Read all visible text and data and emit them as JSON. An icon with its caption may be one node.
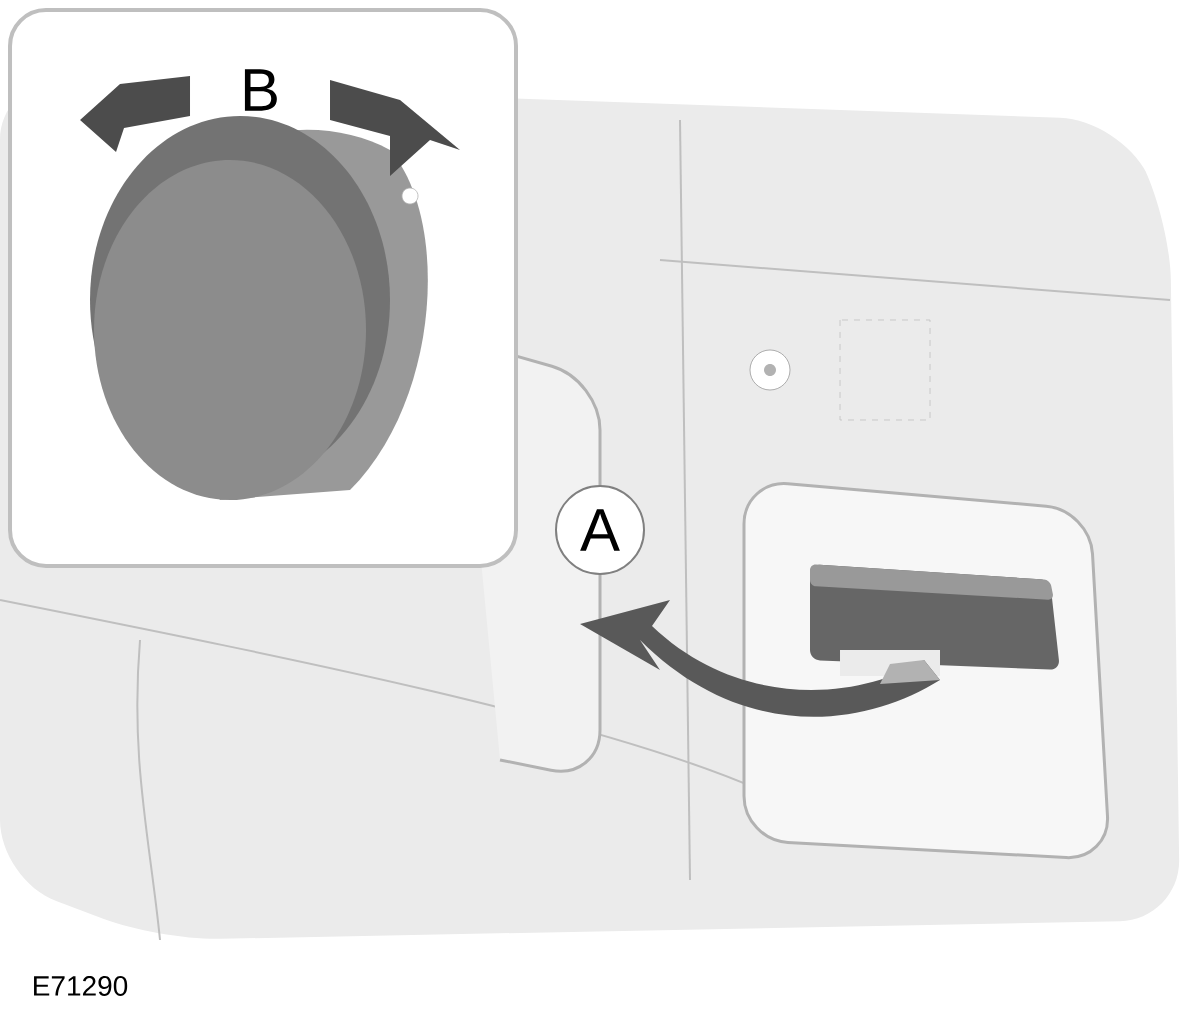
{
  "diagram": {
    "labels": [
      "B",
      "A",
      "E71290"
    ]
  }
}
